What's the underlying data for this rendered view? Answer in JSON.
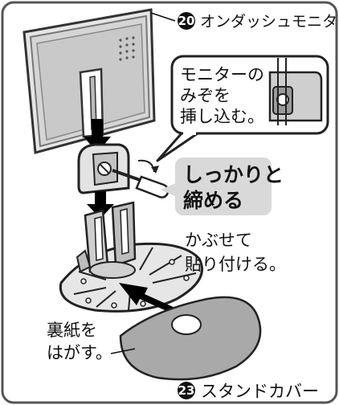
{
  "parts": {
    "monitor": {
      "number": "20",
      "name": "オンダッシュモニター"
    },
    "stand_cover": {
      "number": "23",
      "name": "スタンドカバー"
    }
  },
  "callouts": {
    "groove": [
      "モニターの",
      "みぞを",
      "挿し込む。"
    ],
    "tighten": [
      "しっかりと",
      "締める"
    ],
    "cover": [
      "かぶせて",
      "貼り付ける。"
    ],
    "backing": [
      "裏紙を",
      "はがす。"
    ]
  },
  "colors": {
    "frame": "#555555",
    "shade_light": "#e6e6e6",
    "shade_mid": "#bdbdbd",
    "shade_dark": "#8a8a8a",
    "bubble": "#d9d9d9",
    "arrow": "#000000"
  }
}
